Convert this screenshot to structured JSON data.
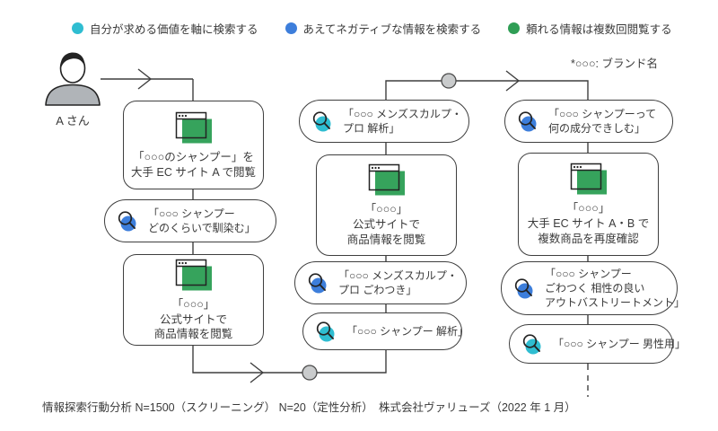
{
  "colors": {
    "cyan": "#2fbdd1",
    "blue": "#3d7edb",
    "green": "#2f9e55",
    "browser_green": "#36a35c",
    "node_gray": "#c9cbcc",
    "line": "#3f3f3f"
  },
  "legend": {
    "items": [
      {
        "label": "自分が求める価値を軸に検索する",
        "color": "#2fbdd1"
      },
      {
        "label": "あえてネガティブな情報を検索する",
        "color": "#3d7edb"
      },
      {
        "label": "頼れる情報は複数回閲覧する",
        "color": "#2f9e55"
      }
    ]
  },
  "brand_note": "*○○○: ブランド名",
  "persona": {
    "label": "A さん"
  },
  "flow": {
    "col1": {
      "box1": "「○○○のシャンプー」を\n大手 EC サイト A で閲覧",
      "pill1": "「○○○ シャンプー\nどのくらいで馴染む」",
      "box2": "「○○○」\n公式サイトで\n商品情報を閲覧"
    },
    "col2": {
      "pill_top": "「○○○ メンズスカルプ・\nプロ 解析」",
      "box": "「○○○」\n公式サイトで\n商品情報を閲覧",
      "pill_mid": "「○○○ メンズスカルプ・\nプロ ごわつき」",
      "pill_bottom": "「○○○ シャンプー 解析」"
    },
    "col3": {
      "pill_top": "「○○○ シャンプーって\n何の成分できしむ」",
      "box": "「○○○」\n大手 EC サイト A・B で\n複数商品を再度確認",
      "pill_mid": "「○○○ シャンプー\nごわつく 相性の良い\nアウトバストリートメント」",
      "pill_bottom": "「○○○ シャンプー 男性用」"
    }
  },
  "caption": "情報探索行動分析 N=1500（スクリーニング） N=20（定性分析）　株式会社ヴァリューズ（2022 年 1 月）"
}
